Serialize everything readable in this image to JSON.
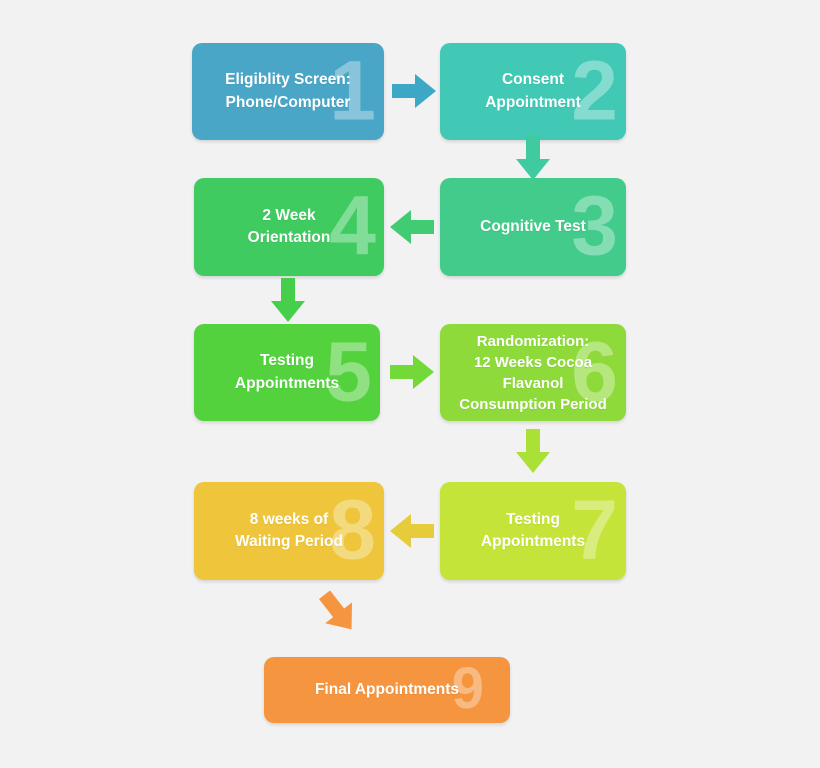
{
  "background_color": "#f2f2f3",
  "steps": [
    {
      "number": "1",
      "label": "Eligiblity Screen:\nPhone/Computer",
      "color": "#4aa6c6"
    },
    {
      "number": "2",
      "label": "Consent\nAppointment",
      "color": "#41c9b6"
    },
    {
      "number": "3",
      "label": "Cognitive Test",
      "color": "#43cb8b"
    },
    {
      "number": "4",
      "label": "2 Week\nOrientation",
      "color": "#40cb61"
    },
    {
      "number": "5",
      "label": "Testing\nAppointments",
      "color": "#53d23e"
    },
    {
      "number": "6",
      "label": "Randomization:\n12 Weeks Cocoa\nFlavanol\nConsumption Period",
      "color": "#8eda3a"
    },
    {
      "number": "7",
      "label": "Testing\nAppointments",
      "color": "#c5e43a"
    },
    {
      "number": "8",
      "label": "8 weeks of\nWaiting Period",
      "color": "#efc63b"
    },
    {
      "number": "9",
      "label": "Final Appointments",
      "color": "#f6953f"
    }
  ],
  "arrows": [
    {
      "name": "step1-to-step2",
      "direction": "right",
      "color": "#3da7c6"
    },
    {
      "name": "step2-to-step3",
      "direction": "down",
      "color": "#3fcaa0"
    },
    {
      "name": "step3-to-step4",
      "direction": "left",
      "color": "#41cc74"
    },
    {
      "name": "step4-to-step5",
      "direction": "down",
      "color": "#45cf4b"
    },
    {
      "name": "step5-to-step6",
      "direction": "right",
      "color": "#73d938"
    },
    {
      "name": "step6-to-step7",
      "direction": "down",
      "color": "#abe037"
    },
    {
      "name": "step7-to-step8",
      "direction": "left",
      "color": "#e6cb3a"
    },
    {
      "name": "step8-to-step9",
      "direction": "down-right",
      "color": "#f6953f"
    }
  ]
}
